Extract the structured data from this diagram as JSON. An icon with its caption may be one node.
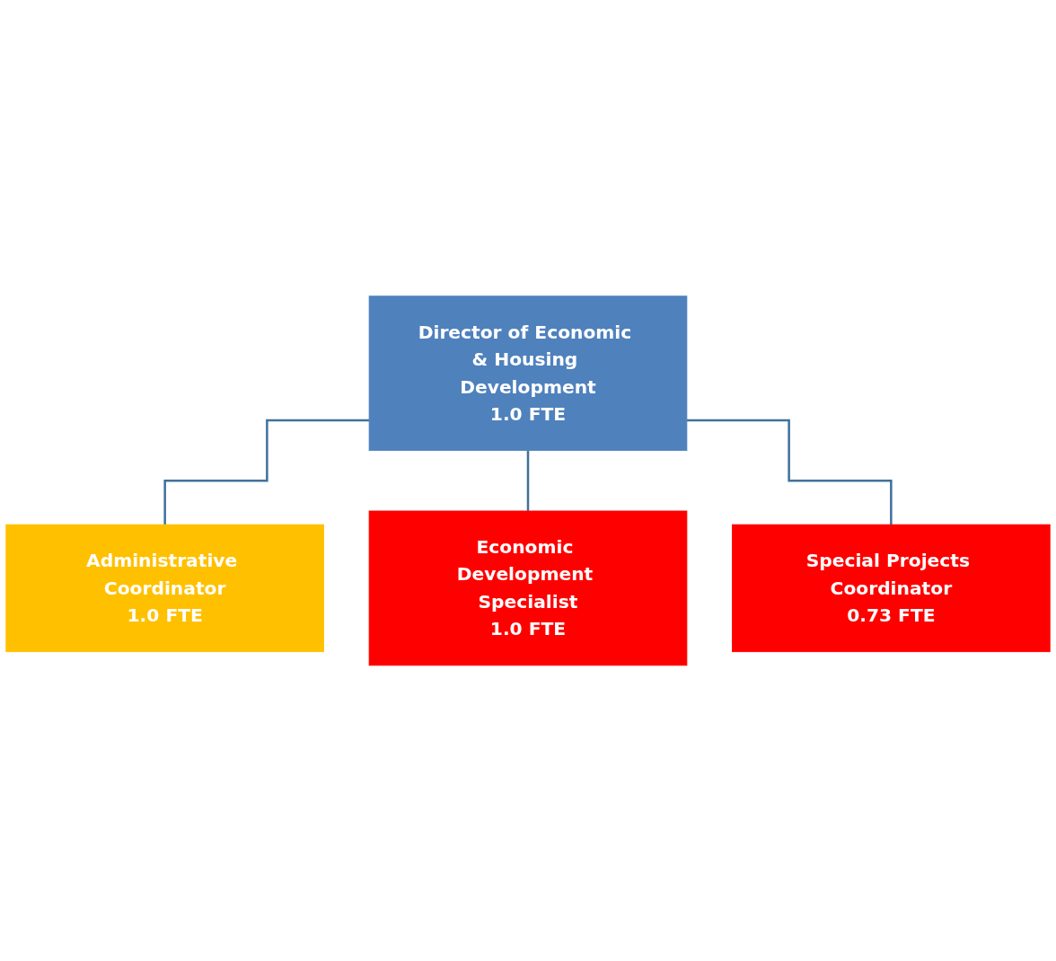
{
  "diagram": {
    "nodes": [
      {
        "text": [
          "Director of Economic & Housing Development",
          "1.0 FTE"
        ]
      },
      {
        "text": [
          "Administrative Coordinator",
          "1.0 FTE"
        ]
      },
      {
        "text": [
          "Economic Development Specialist",
          "1.0 FTE"
        ]
      },
      {
        "text": [
          "Special Projects Coordinator",
          "0.73 FTE"
        ]
      }
    ],
    "edges": [
      {
        "from": 0,
        "to": 1,
        "arrow": "none"
      },
      {
        "from": 0,
        "to": 2,
        "arrow": "none"
      },
      {
        "from": 0,
        "to": 3,
        "arrow": "none"
      }
    ]
  }
}
